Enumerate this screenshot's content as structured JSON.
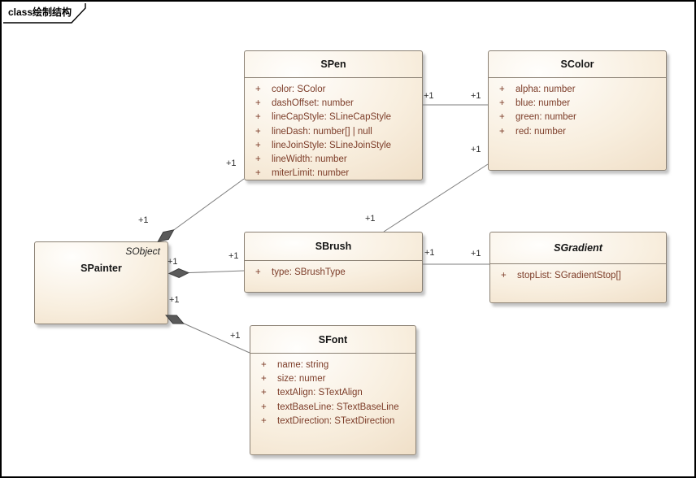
{
  "frame": {
    "keyword": "class",
    "title": "绘制结构"
  },
  "diagram_type": "uml-class-diagram",
  "colors": {
    "box_border": "#8b8174",
    "box_fill_light": "#fffefc",
    "box_fill_tan": "#ecd8bd",
    "attribute_text": "#7c3c28",
    "connector_line": "#7e7e7e",
    "composition_diamond": "#5a5a5a",
    "frame_border": "#000000"
  },
  "classes": {
    "spainter": {
      "name": "SPainter",
      "stereotype": "SObject",
      "attributes": []
    },
    "spen": {
      "name": "SPen",
      "attributes": [
        {
          "v": "+",
          "t": "color: SColor"
        },
        {
          "v": "+",
          "t": "dashOffset: number"
        },
        {
          "v": "+",
          "t": "lineCapStyle: SLineCapStyle"
        },
        {
          "v": "+",
          "t": "lineDash: number[] | null"
        },
        {
          "v": "+",
          "t": "lineJoinStyle: SLineJoinStyle"
        },
        {
          "v": "+",
          "t": "lineWidth: number"
        },
        {
          "v": "+",
          "t": "miterLimit: number"
        }
      ]
    },
    "scolor": {
      "name": "SColor",
      "attributes": [
        {
          "v": "+",
          "t": "alpha: number"
        },
        {
          "v": "+",
          "t": "blue: number"
        },
        {
          "v": "+",
          "t": "green: number"
        },
        {
          "v": "+",
          "t": "red: number"
        }
      ]
    },
    "sbrush": {
      "name": "SBrush",
      "attributes": [
        {
          "v": "+",
          "t": "type: SBrushType"
        }
      ]
    },
    "sgradient": {
      "name": "SGradient",
      "abstract": true,
      "attributes": [
        {
          "v": "+",
          "t": "stopList: SGradientStop[]"
        }
      ]
    },
    "sfont": {
      "name": "SFont",
      "attributes": [
        {
          "v": "+",
          "t": "name: string"
        },
        {
          "v": "+",
          "t": "size: numer"
        },
        {
          "v": "+",
          "t": "textAlign: STextAlign"
        },
        {
          "v": "+",
          "t": "textBaseLine: STextBaseLine"
        },
        {
          "v": "+",
          "t": "textDirection: STextDirection"
        }
      ]
    }
  },
  "connectors": [
    {
      "from": "SPainter",
      "to": "SPen",
      "type": "composition",
      "source_label": "+1",
      "target_label": "+1"
    },
    {
      "from": "SPainter",
      "to": "SBrush",
      "type": "composition",
      "source_label": "+1",
      "target_label": "+1"
    },
    {
      "from": "SPainter",
      "to": "SFont",
      "type": "composition",
      "source_label": "+1",
      "target_label": "+1"
    },
    {
      "from": "SPen",
      "to": "SColor",
      "type": "association",
      "source_label": "+1",
      "target_label": "+1"
    },
    {
      "from": "SBrush",
      "to": "SColor",
      "type": "association",
      "source_label": "+1",
      "target_label": "+1"
    },
    {
      "from": "SBrush",
      "to": "SGradient",
      "type": "association",
      "source_label": "+1",
      "target_label": "+1"
    }
  ]
}
